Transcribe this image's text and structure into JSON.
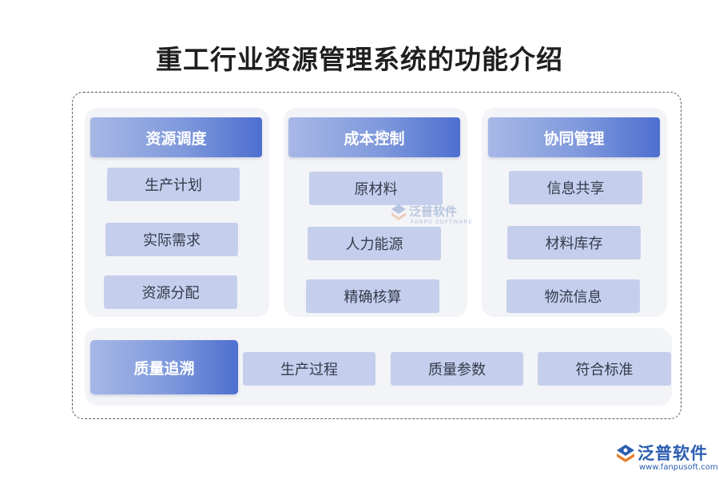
{
  "title": "重工行业资源管理系统的功能介绍",
  "columns": [
    {
      "header": "资源调度",
      "items": [
        "生产计划",
        "实际需求",
        "资源分配"
      ]
    },
    {
      "header": "成本控制",
      "items": [
        "原材料",
        "人力能源",
        "精确核算"
      ]
    },
    {
      "header": "协同管理",
      "items": [
        "信息共享",
        "材料库存",
        "物流信息"
      ]
    }
  ],
  "quality": {
    "header": "质量追溯",
    "items": [
      "生产过程",
      "质量参数",
      "符合标准"
    ]
  },
  "watermark": {
    "text": "泛普软件",
    "sub": "FANPU SOFTWARE"
  },
  "logo": {
    "text": "泛普软件",
    "url": "www.fanpusoft.com"
  },
  "colors": {
    "header_gradient_start": "#a7b8e6",
    "header_gradient_end": "#4d6fcf",
    "item_fill": "#c5cfed",
    "panel_fill": "#f3f4f7",
    "brand": "#2a5db0"
  }
}
